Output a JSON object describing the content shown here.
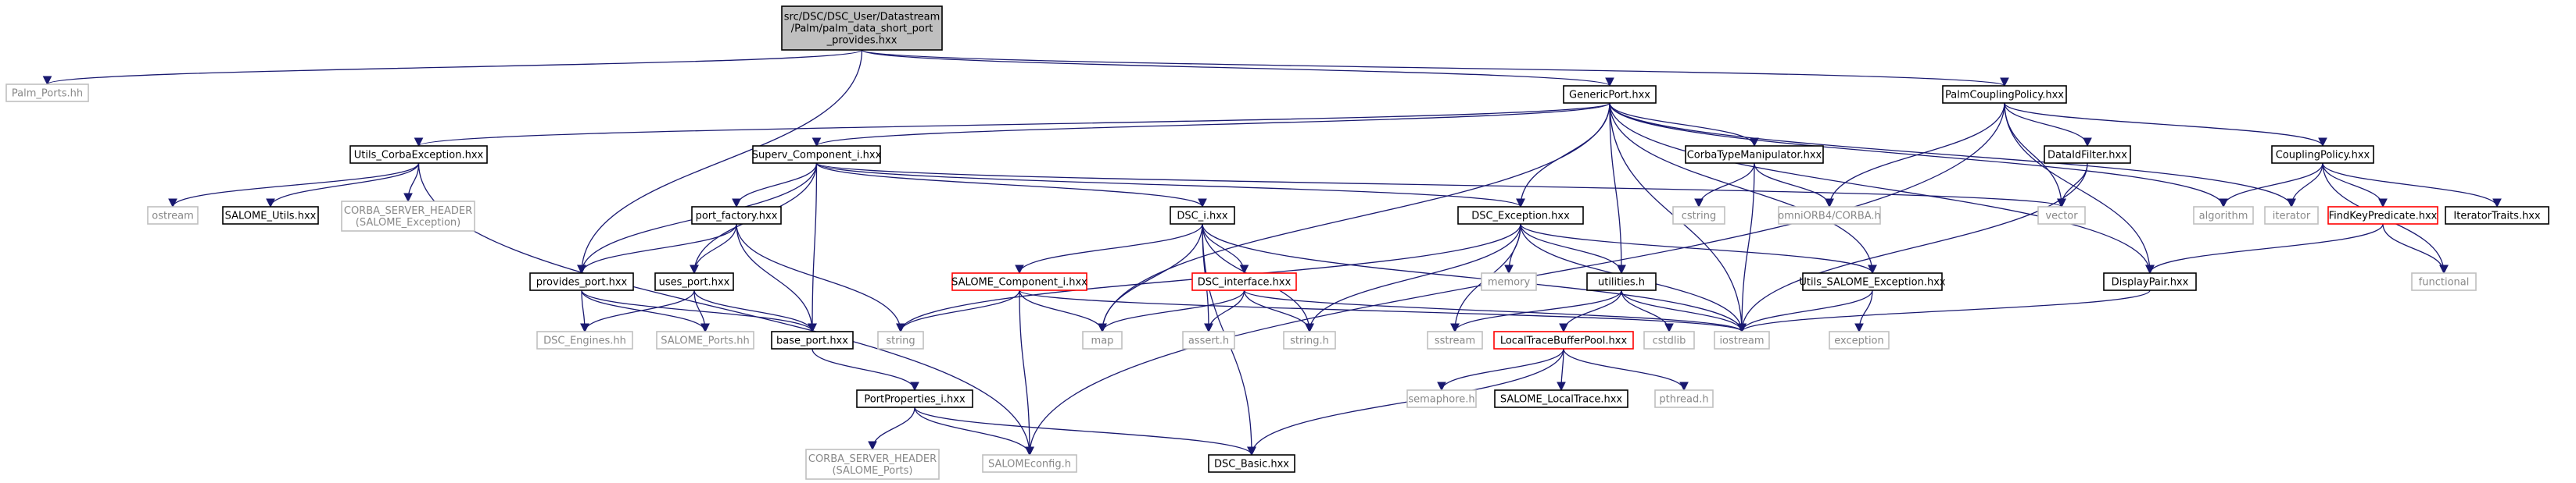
{
  "colors": {
    "root_fill": "#bfbfbf",
    "documented_border": "#000000",
    "undocumented_border": "#bfbfbf",
    "red_border": "#ff0000",
    "arrow": "#191970",
    "text": "#000000",
    "gray_text": "#888888",
    "background": "#ffffff"
  },
  "graph": {
    "nodes": [
      {
        "id": "root",
        "lines": [
          "src/DSC/DSC_User/Datastream",
          "/Palm/palm_data_short_port",
          "_provides.hxx"
        ],
        "style": "root"
      },
      {
        "id": "palm_ports",
        "lines": [
          "Palm_Ports.hh"
        ],
        "style": "gray"
      },
      {
        "id": "genericport",
        "lines": [
          "GenericPort.hxx"
        ],
        "style": "black"
      },
      {
        "id": "palmcoupling",
        "lines": [
          "PalmCouplingPolicy.hxx"
        ],
        "style": "black"
      },
      {
        "id": "utils_corba",
        "lines": [
          "Utils_CorbaException.hxx"
        ],
        "style": "black"
      },
      {
        "id": "superv",
        "lines": [
          "Superv_Component_i.hxx"
        ],
        "style": "black"
      },
      {
        "id": "corbatype",
        "lines": [
          "CorbaTypeManipulator.hxx"
        ],
        "style": "black"
      },
      {
        "id": "dataidfilter",
        "lines": [
          "DataIdFilter.hxx"
        ],
        "style": "black"
      },
      {
        "id": "couplingpolicy",
        "lines": [
          "CouplingPolicy.hxx"
        ],
        "style": "black"
      },
      {
        "id": "ostream",
        "lines": [
          "ostream"
        ],
        "style": "gray"
      },
      {
        "id": "salome_utils",
        "lines": [
          "SALOME_Utils.hxx"
        ],
        "style": "black"
      },
      {
        "id": "corba_exc",
        "lines": [
          "CORBA_SERVER_HEADER",
          "(SALOME_Exception)"
        ],
        "style": "gray"
      },
      {
        "id": "port_factory",
        "lines": [
          "port_factory.hxx"
        ],
        "style": "black"
      },
      {
        "id": "dsc_i",
        "lines": [
          "DSC_i.hxx"
        ],
        "style": "black"
      },
      {
        "id": "dsc_exception",
        "lines": [
          "DSC_Exception.hxx"
        ],
        "style": "black"
      },
      {
        "id": "cstring",
        "lines": [
          "cstring"
        ],
        "style": "gray"
      },
      {
        "id": "omniorb",
        "lines": [
          "omniORB4/CORBA.h"
        ],
        "style": "gray"
      },
      {
        "id": "vector",
        "lines": [
          "vector"
        ],
        "style": "gray"
      },
      {
        "id": "algorithm",
        "lines": [
          "algorithm"
        ],
        "style": "gray"
      },
      {
        "id": "iterator",
        "lines": [
          "iterator"
        ],
        "style": "gray"
      },
      {
        "id": "findkey",
        "lines": [
          "FindKeyPredicate.hxx"
        ],
        "style": "red"
      },
      {
        "id": "iteratortraits",
        "lines": [
          "IteratorTraits.hxx"
        ],
        "style": "black"
      },
      {
        "id": "provides_port",
        "lines": [
          "provides_port.hxx"
        ],
        "style": "black"
      },
      {
        "id": "uses_port",
        "lines": [
          "uses_port.hxx"
        ],
        "style": "black"
      },
      {
        "id": "salome_component",
        "lines": [
          "SALOME_Component_i.hxx"
        ],
        "style": "red"
      },
      {
        "id": "dsc_interface",
        "lines": [
          "DSC_interface.hxx"
        ],
        "style": "red"
      },
      {
        "id": "memory",
        "lines": [
          "memory"
        ],
        "style": "gray"
      },
      {
        "id": "utilities",
        "lines": [
          "utilities.h"
        ],
        "style": "black"
      },
      {
        "id": "utils_salome_exc",
        "lines": [
          "Utils_SALOME_Exception.hxx"
        ],
        "style": "black"
      },
      {
        "id": "displaypair",
        "lines": [
          "DisplayPair.hxx"
        ],
        "style": "black"
      },
      {
        "id": "functional",
        "lines": [
          "functional"
        ],
        "style": "gray"
      },
      {
        "id": "dsc_engines",
        "lines": [
          "DSC_Engines.hh"
        ],
        "style": "gray"
      },
      {
        "id": "salome_ports",
        "lines": [
          "SALOME_Ports.hh"
        ],
        "style": "gray"
      },
      {
        "id": "base_port",
        "lines": [
          "base_port.hxx"
        ],
        "style": "black"
      },
      {
        "id": "string",
        "lines": [
          "string"
        ],
        "style": "gray"
      },
      {
        "id": "map",
        "lines": [
          "map"
        ],
        "style": "gray"
      },
      {
        "id": "assert",
        "lines": [
          "assert.h"
        ],
        "style": "gray"
      },
      {
        "id": "string_h",
        "lines": [
          "string.h"
        ],
        "style": "gray"
      },
      {
        "id": "sstream",
        "lines": [
          "sstream"
        ],
        "style": "gray"
      },
      {
        "id": "localtrace_pool",
        "lines": [
          "LocalTraceBufferPool.hxx"
        ],
        "style": "red"
      },
      {
        "id": "cstdlib",
        "lines": [
          "cstdlib"
        ],
        "style": "gray"
      },
      {
        "id": "iostream",
        "lines": [
          "iostream"
        ],
        "style": "gray"
      },
      {
        "id": "exception",
        "lines": [
          "exception"
        ],
        "style": "gray"
      },
      {
        "id": "portproperties",
        "lines": [
          "PortProperties_i.hxx"
        ],
        "style": "black"
      },
      {
        "id": "semaphore",
        "lines": [
          "semaphore.h"
        ],
        "style": "gray"
      },
      {
        "id": "salome_localtrace",
        "lines": [
          "SALOME_LocalTrace.hxx"
        ],
        "style": "black"
      },
      {
        "id": "pthread",
        "lines": [
          "pthread.h"
        ],
        "style": "gray"
      },
      {
        "id": "corba_ports",
        "lines": [
          "CORBA_SERVER_HEADER",
          "(SALOME_Ports)"
        ],
        "style": "gray"
      },
      {
        "id": "salomeconfig",
        "lines": [
          "SALOMEconfig.h"
        ],
        "style": "gray"
      },
      {
        "id": "dsc_basic",
        "lines": [
          "DSC_Basic.hxx"
        ],
        "style": "black"
      }
    ],
    "edges": [
      [
        "root",
        "palm_ports"
      ],
      [
        "root",
        "genericport"
      ],
      [
        "root",
        "palmcoupling"
      ],
      [
        "root",
        "provides_port"
      ],
      [
        "genericport",
        "utils_corba"
      ],
      [
        "genericport",
        "superv"
      ],
      [
        "genericport",
        "corbatype"
      ],
      [
        "genericport",
        "dsc_exception"
      ],
      [
        "genericport",
        "utilities"
      ],
      [
        "genericport",
        "utils_salome_exc"
      ],
      [
        "genericport",
        "iostream"
      ],
      [
        "genericport",
        "map"
      ],
      [
        "genericport",
        "algorithm"
      ],
      [
        "genericport",
        "iterator"
      ],
      [
        "genericport",
        "displaypair"
      ],
      [
        "palmcoupling",
        "couplingpolicy"
      ],
      [
        "palmcoupling",
        "dataidfilter"
      ],
      [
        "palmcoupling",
        "omniorb"
      ],
      [
        "palmcoupling",
        "vector"
      ],
      [
        "palmcoupling",
        "displaypair"
      ],
      [
        "palmcoupling",
        "salomeconfig"
      ],
      [
        "utils_corba",
        "ostream"
      ],
      [
        "utils_corba",
        "salome_utils"
      ],
      [
        "utils_corba",
        "corba_exc"
      ],
      [
        "utils_corba",
        "salomeconfig"
      ],
      [
        "superv",
        "port_factory"
      ],
      [
        "superv",
        "dsc_i"
      ],
      [
        "superv",
        "dsc_exception"
      ],
      [
        "superv",
        "provides_port"
      ],
      [
        "superv",
        "uses_port"
      ],
      [
        "superv",
        "base_port"
      ],
      [
        "superv",
        "vector"
      ],
      [
        "corbatype",
        "cstring"
      ],
      [
        "corbatype",
        "omniorb"
      ],
      [
        "corbatype",
        "iostream"
      ],
      [
        "dataidfilter",
        "vector"
      ],
      [
        "dataidfilter",
        "iostream"
      ],
      [
        "couplingpolicy",
        "algorithm"
      ],
      [
        "couplingpolicy",
        "iterator"
      ],
      [
        "couplingpolicy",
        "findkey"
      ],
      [
        "couplingpolicy",
        "iteratortraits"
      ],
      [
        "couplingpolicy",
        "functional"
      ],
      [
        "findkey",
        "functional"
      ],
      [
        "findkey",
        "displaypair"
      ],
      [
        "port_factory",
        "provides_port"
      ],
      [
        "port_factory",
        "uses_port"
      ],
      [
        "port_factory",
        "base_port"
      ],
      [
        "port_factory",
        "string"
      ],
      [
        "dsc_i",
        "salome_component"
      ],
      [
        "dsc_i",
        "dsc_interface"
      ],
      [
        "dsc_i",
        "map"
      ],
      [
        "dsc_i",
        "assert"
      ],
      [
        "dsc_i",
        "string_h"
      ],
      [
        "dsc_i",
        "iostream"
      ],
      [
        "dsc_i",
        "dsc_basic"
      ],
      [
        "dsc_exception",
        "string"
      ],
      [
        "dsc_exception",
        "memory"
      ],
      [
        "dsc_exception",
        "utilities"
      ],
      [
        "dsc_exception",
        "utils_salome_exc"
      ],
      [
        "dsc_exception",
        "string_h"
      ],
      [
        "dsc_exception",
        "sstream"
      ],
      [
        "dsc_exception",
        "iostream"
      ],
      [
        "provides_port",
        "dsc_engines"
      ],
      [
        "provides_port",
        "salome_ports"
      ],
      [
        "provides_port",
        "base_port"
      ],
      [
        "uses_port",
        "dsc_engines"
      ],
      [
        "uses_port",
        "salome_ports"
      ],
      [
        "uses_port",
        "base_port"
      ],
      [
        "salome_component",
        "string"
      ],
      [
        "salome_component",
        "map"
      ],
      [
        "salome_component",
        "salomeconfig"
      ],
      [
        "salome_component",
        "iostream"
      ],
      [
        "dsc_interface",
        "map"
      ],
      [
        "dsc_interface",
        "string_h"
      ],
      [
        "dsc_interface",
        "iostream"
      ],
      [
        "dsc_interface",
        "assert"
      ],
      [
        "utilities",
        "sstream"
      ],
      [
        "utilities",
        "localtrace_pool"
      ],
      [
        "utilities",
        "cstdlib"
      ],
      [
        "utilities",
        "iostream"
      ],
      [
        "utils_salome_exc",
        "iostream"
      ],
      [
        "utils_salome_exc",
        "exception"
      ],
      [
        "displaypair",
        "iostream"
      ],
      [
        "base_port",
        "portproperties"
      ],
      [
        "localtrace_pool",
        "semaphore"
      ],
      [
        "localtrace_pool",
        "salome_localtrace"
      ],
      [
        "localtrace_pool",
        "pthread"
      ],
      [
        "localtrace_pool",
        "dsc_basic"
      ],
      [
        "portproperties",
        "corba_ports"
      ],
      [
        "portproperties",
        "salomeconfig"
      ],
      [
        "portproperties",
        "dsc_basic"
      ]
    ]
  }
}
